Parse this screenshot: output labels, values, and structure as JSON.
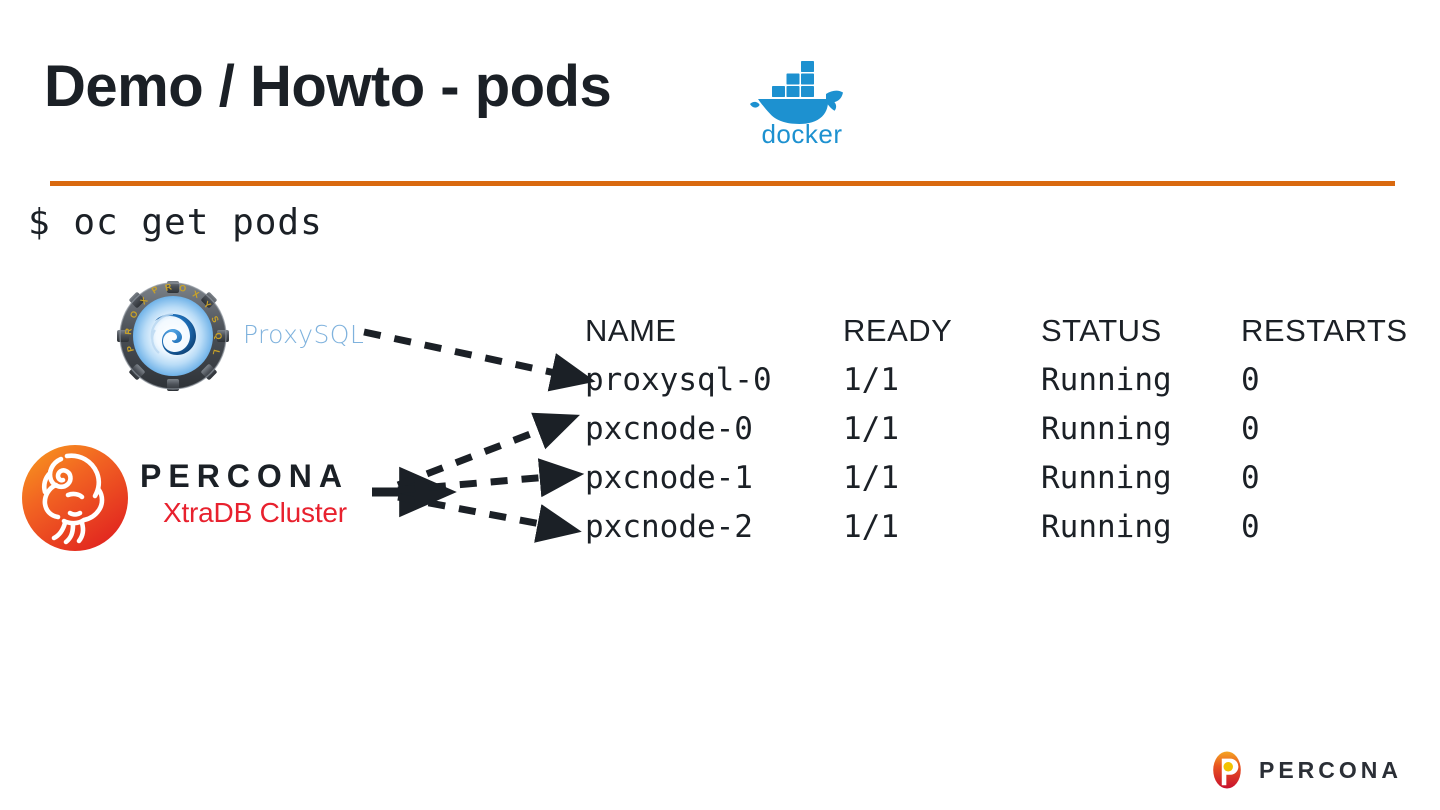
{
  "slide": {
    "title": "Demo / Howto - pods",
    "divider_color": "#d9690f",
    "background": "#ffffff"
  },
  "docker": {
    "icon": "docker-whale-icon",
    "wordmark": "docker",
    "color": "#1d91d0"
  },
  "terminal": {
    "prompt_line": "$ oc get pods"
  },
  "proxysql": {
    "icon": "proxysql-gear-vortex-icon",
    "label": "ProxySQL",
    "label_color": "#7fb2dd",
    "rim_letters": "PROXYSQL"
  },
  "percona_cluster": {
    "icon": "percona-bison-icon",
    "wordmark": "PERCONA",
    "product": "XtraDB Cluster",
    "wordmark_color": "#1b2026",
    "product_color": "#e8212e",
    "mark_color": "#f05a28"
  },
  "pods_table": {
    "headers": [
      "NAME",
      "READY",
      "STATUS",
      "RESTARTS"
    ],
    "rows": [
      {
        "name": "proxysql-0",
        "ready": "1/1",
        "status": "Running",
        "restarts": "0"
      },
      {
        "name": "pxcnode-0",
        "ready": "1/1",
        "status": "Running",
        "restarts": "0"
      },
      {
        "name": "pxcnode-1",
        "ready": "1/1",
        "status": "Running",
        "restarts": "0"
      },
      {
        "name": "pxcnode-2",
        "ready": "1/1",
        "status": "Running",
        "restarts": "0"
      }
    ]
  },
  "connectors": [
    {
      "name": "proxysql-to-proxysql-0",
      "from": "proxysql-logo",
      "to": "proxysql-0"
    },
    {
      "name": "pxc-to-pxcnode-0",
      "from": "percona-cluster-logo",
      "to": "pxcnode-0"
    },
    {
      "name": "pxc-to-pxcnode-1",
      "from": "percona-cluster-logo",
      "to": "pxcnode-1"
    },
    {
      "name": "pxc-to-pxcnode-2",
      "from": "percona-cluster-logo",
      "to": "pxcnode-2"
    }
  ],
  "footer": {
    "brand": "PERCONA",
    "mark": "percona-p-icon"
  }
}
